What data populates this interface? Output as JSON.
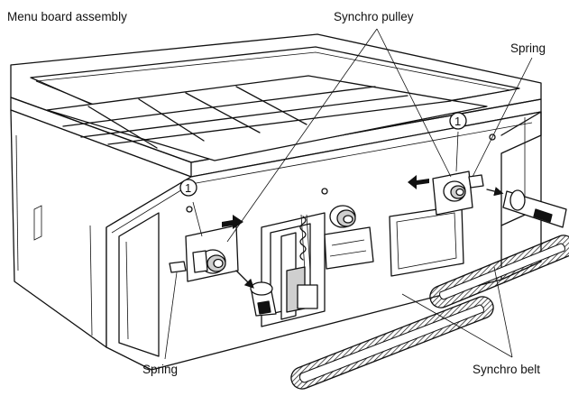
{
  "labels": {
    "menu_board_assembly": "Menu board assembly",
    "synchro_pulley": "Synchro pulley",
    "spring_top": "Spring",
    "spring_bottom": "Spring",
    "synchro_belt": "Synchro belt"
  },
  "callouts": {
    "left_number": "1",
    "right_number": "1"
  }
}
